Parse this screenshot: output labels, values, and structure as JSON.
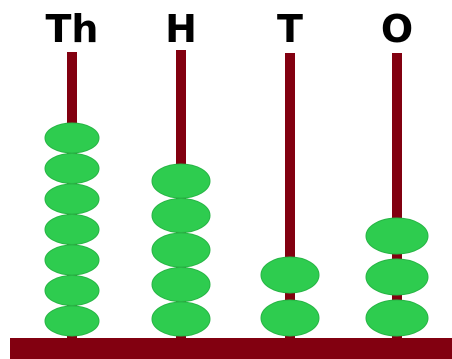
{
  "colors": {
    "rod": "#820010",
    "base": "#820010",
    "bead": "#2ecc4f",
    "bead_stroke": "#27b545",
    "label": "#000000",
    "background": "#ffffff"
  },
  "abacus": {
    "columns": [
      {
        "label": "Th",
        "beads": 7
      },
      {
        "label": "H",
        "beads": 5
      },
      {
        "label": "T",
        "beads": 2
      },
      {
        "label": "O",
        "beads": 3
      }
    ]
  }
}
